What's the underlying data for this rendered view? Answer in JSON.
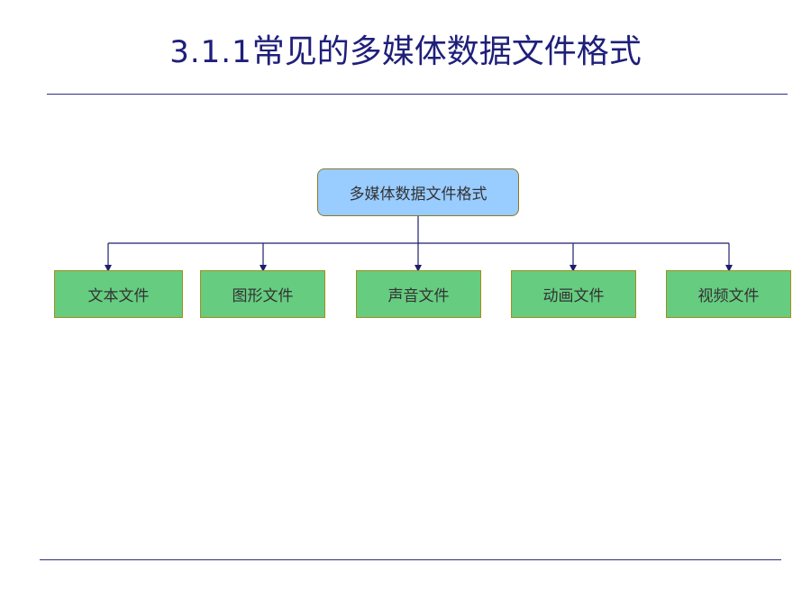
{
  "slide": {
    "title_prefix": "3.1.1",
    "title_text": "常见的多媒体数据文件格式"
  },
  "diagram": {
    "root": "多媒体数据文件格式",
    "children": [
      "文本文件",
      "图形文件",
      "声音文件",
      "动画文件",
      "视频文件"
    ]
  },
  "colors": {
    "title": "#1f1f7a",
    "rule": "#2f2f7f",
    "root_fill": "#99ccff",
    "child_fill": "#66cc80",
    "connector": "#1f1f6e"
  }
}
